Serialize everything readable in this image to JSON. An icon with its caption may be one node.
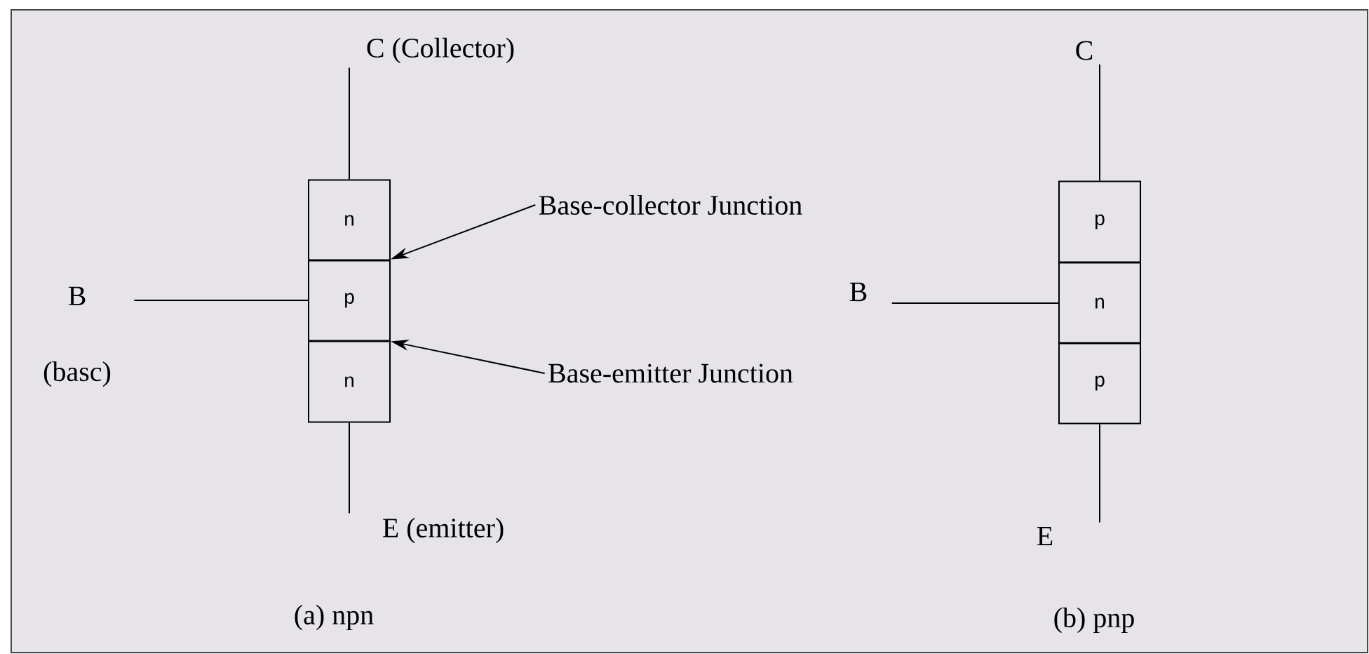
{
  "diagram": {
    "nodes": [
      {
        "text": [
          "C (Collector)"
        ]
      },
      {
        "text": [
          "n"
        ]
      },
      {
        "text": [
          "p"
        ]
      },
      {
        "text": [
          "n"
        ]
      },
      {
        "text": [
          "B",
          "(basc)"
        ]
      },
      {
        "text": [
          "E (emitter)"
        ]
      },
      {
        "text": [
          "Base-collector Junction"
        ]
      },
      {
        "text": [
          "Base-emitter Junction"
        ]
      },
      {
        "text": [
          "C"
        ]
      },
      {
        "text": [
          "p"
        ]
      },
      {
        "text": [
          "n"
        ]
      },
      {
        "text": [
          "p"
        ]
      },
      {
        "text": [
          "B"
        ]
      },
      {
        "text": [
          "E"
        ]
      }
    ],
    "edges": [
      {
        "from": 0,
        "to": 1,
        "arrow": "none"
      },
      {
        "from": 4,
        "to": 2,
        "arrow": "none"
      },
      {
        "from": 3,
        "to": 5,
        "arrow": "none"
      },
      {
        "from": 6,
        "to": 2,
        "arrow": "to"
      },
      {
        "from": 7,
        "to": 2,
        "arrow": "to"
      },
      {
        "from": 8,
        "to": 9,
        "arrow": "none"
      },
      {
        "from": 12,
        "to": 10,
        "arrow": "none"
      },
      {
        "from": 11,
        "to": 13,
        "arrow": "none"
      }
    ],
    "labels": [
      "(a) npn",
      "(b) pnp"
    ]
  }
}
